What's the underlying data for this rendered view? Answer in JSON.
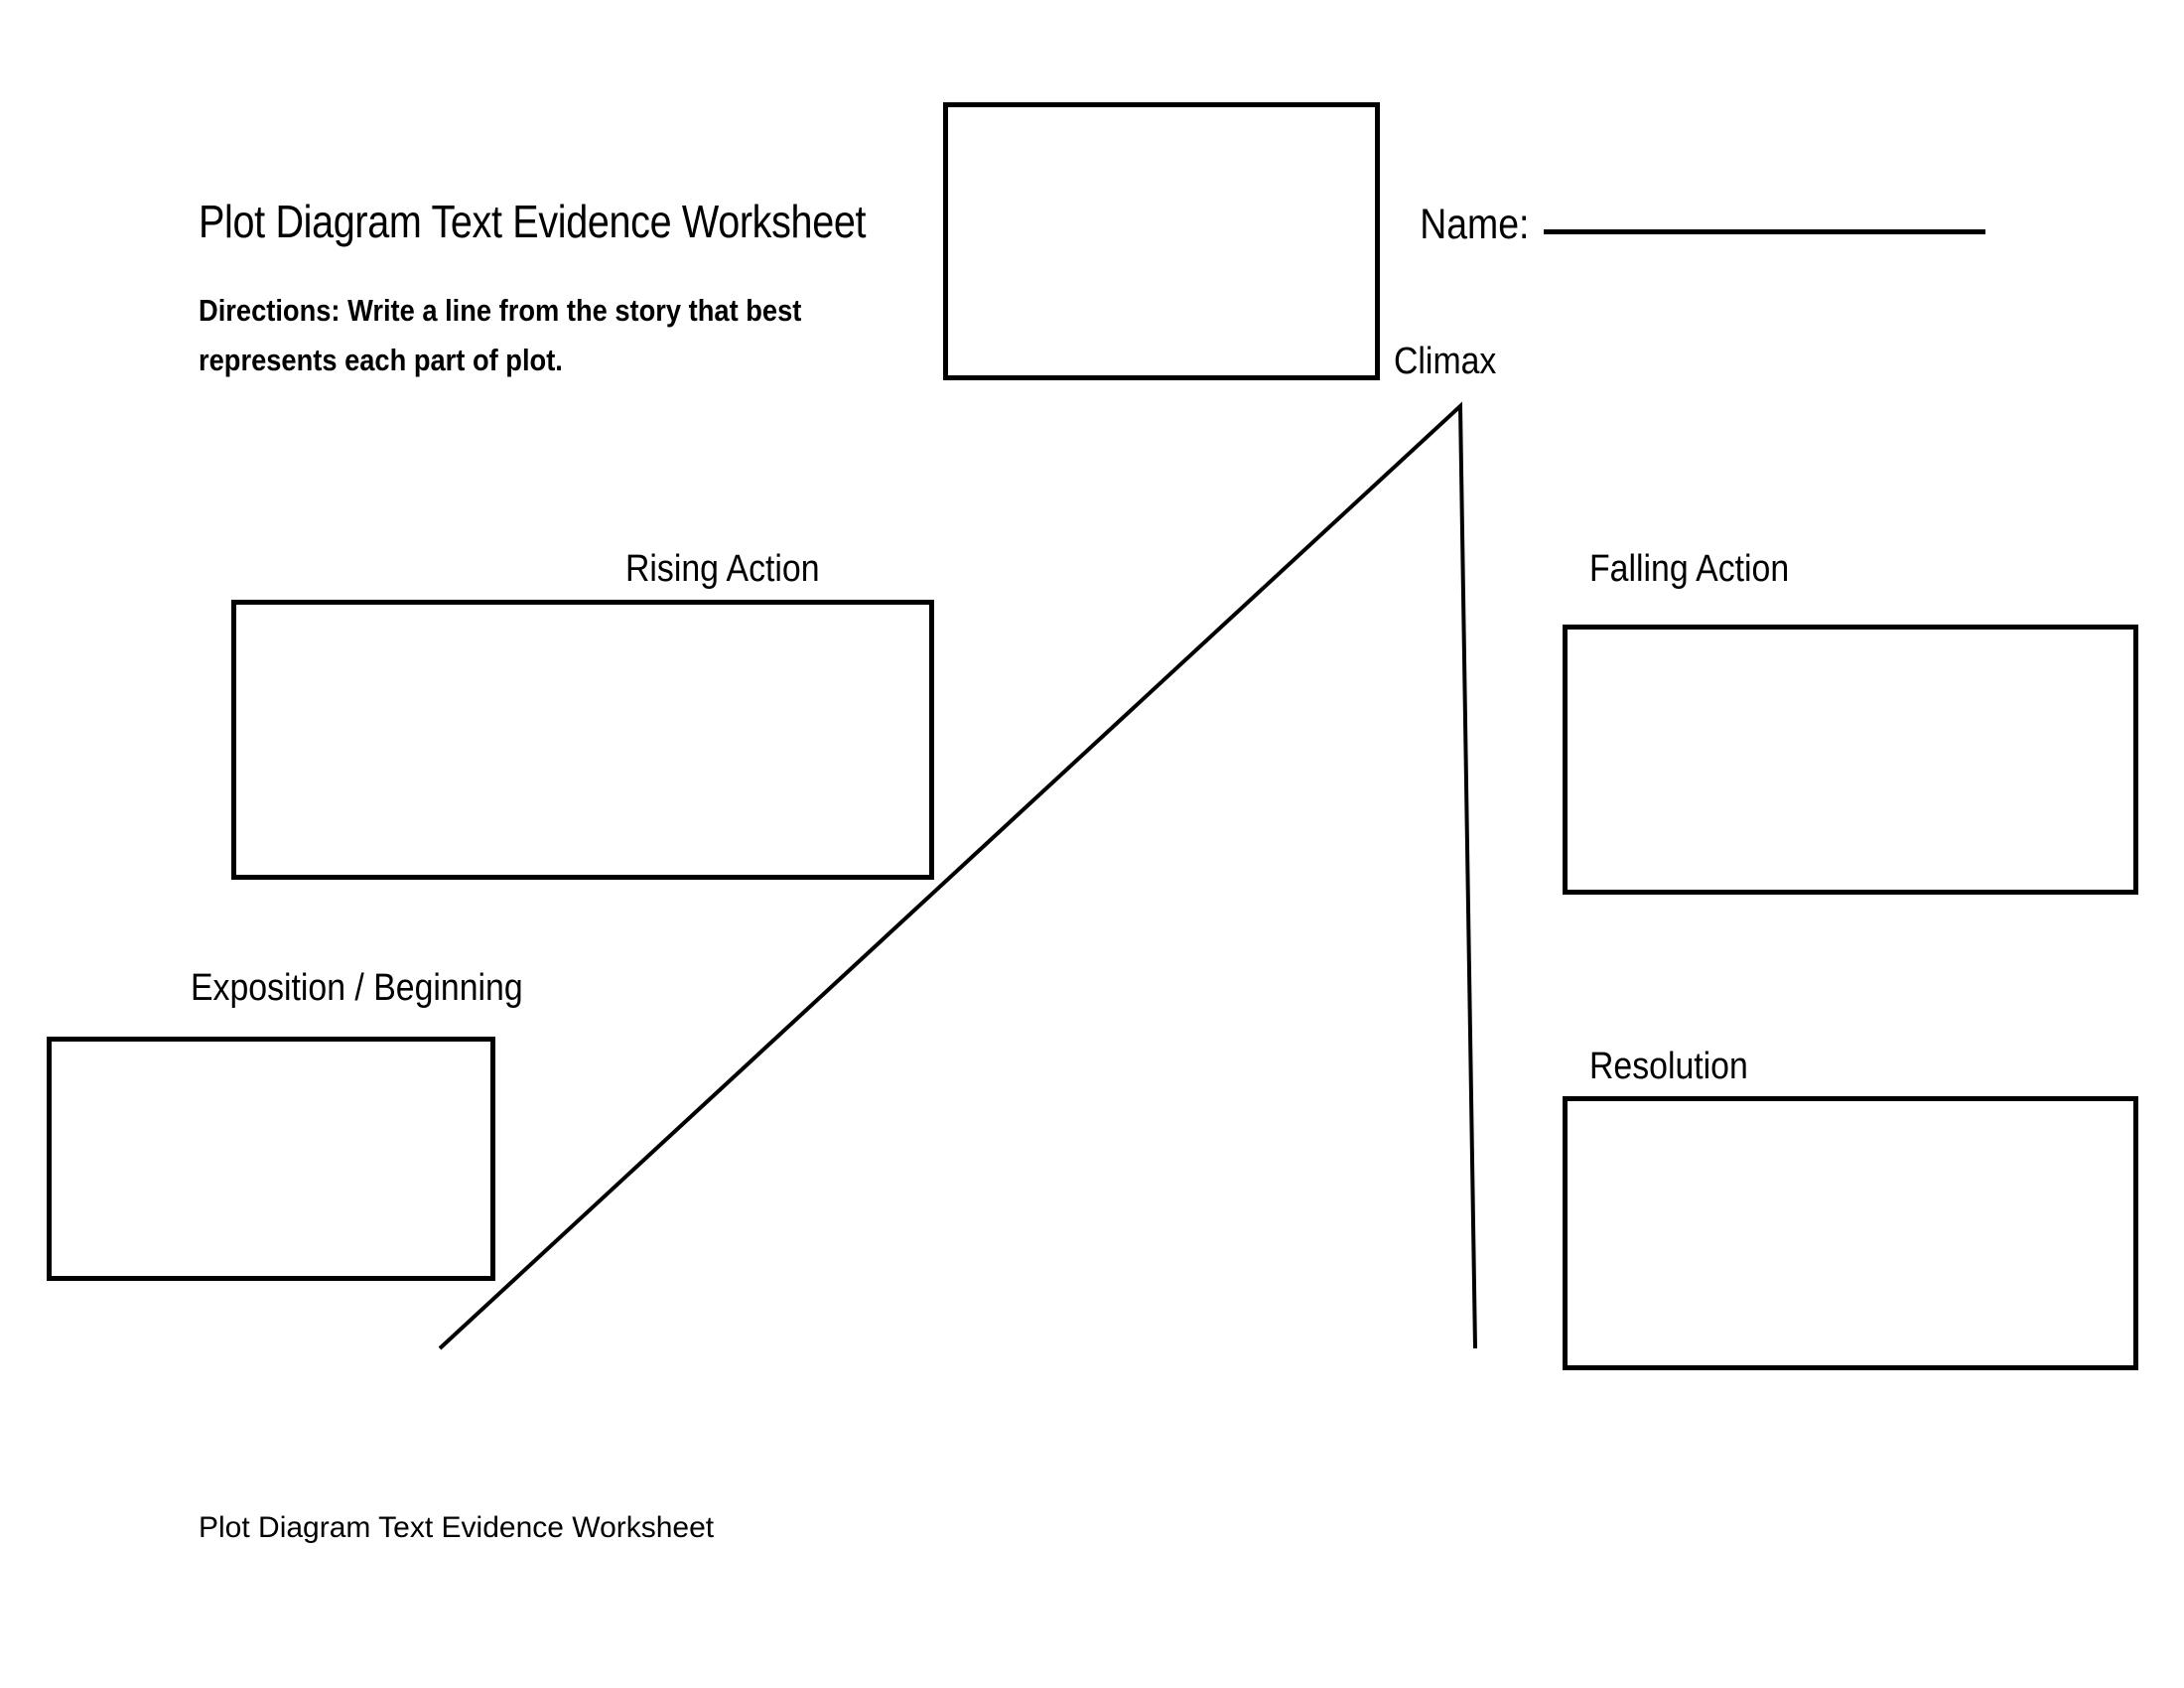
{
  "header": {
    "title": "Plot Diagram Text Evidence Worksheet",
    "directions": "Directions: Write a line from the story that best represents each part of plot.",
    "name_label": "Name:",
    "name_value": ""
  },
  "diagram": {
    "labels": {
      "climax": "Climax",
      "rising_action": "Rising Action",
      "falling_action": "Falling Action",
      "exposition": "Exposition / Beginning",
      "resolution": "Resolution"
    },
    "answer_boxes": [
      {
        "name": "climax",
        "value": ""
      },
      {
        "name": "rising-action",
        "value": ""
      },
      {
        "name": "falling-action",
        "value": ""
      },
      {
        "name": "exposition",
        "value": ""
      },
      {
        "name": "resolution",
        "value": ""
      }
    ],
    "curve": {
      "start": [
        443,
        1358
      ],
      "peak": [
        1471,
        409
      ],
      "end": [
        1486,
        1358
      ],
      "stroke": "#000000",
      "stroke_width": 4
    }
  },
  "footer": {
    "text": "Plot Diagram Text Evidence Worksheet"
  },
  "colors": {
    "page_background": "#ffffff",
    "ink": "#000000",
    "box_border": "#000000"
  }
}
